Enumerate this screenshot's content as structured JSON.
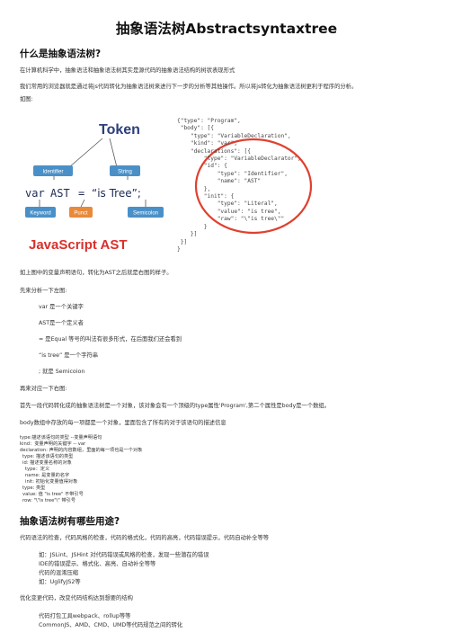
{
  "title": "抽象语法树Abstractsyntaxtree",
  "section1": {
    "heading": "什么是抽象语法树?",
    "p1": "在计算机科学中，抽象语法和抽象语法树其实是源代码的抽象语法结构的树状表现形式",
    "p2": "我们常用的浏览器就是通过将js代码转化为抽象语法树来进行下一步的分析等其他操作。所以将js转化为抽象语法树更利于程序的分析。",
    "p3": "如图:"
  },
  "figure": {
    "token_label": "Token",
    "identifier_tag": "Identifier",
    "string_tag": "String",
    "keyword_tag": "Keyword",
    "punct_tag": "Punct",
    "semicolon_tag": "Semicolon",
    "code_var": "var",
    "code_ast": "AST",
    "code_eq": "=",
    "code_str": "“is Tree”;",
    "js_ast_label": "JavaScript AST",
    "json_lines": [
      "{\"type\": \"Program\",",
      " \"body\": [{",
      "    \"type\": \"VariableDeclaration\",",
      "    \"kind\": \"var\",",
      "    \"declarations\": [{",
      "        \"type\": \"VariableDeclarator\",",
      "        \"id\": {",
      "            \"type\": \"Identifier\",",
      "            \"name\": \"AST\"",
      "        },",
      "        \"init\": {",
      "            \"type\": \"Literal\",",
      "            \"value\": \"is tree\",",
      "            \"raw\": \"\\\"is tree\\\"\"",
      "        }",
      "    }]",
      " }]",
      "}"
    ]
  },
  "section1b": {
    "p4": "如上图中的变量声明语句，转化为AST之后就是右图的样子。",
    "p5": "先来分析一下左图:",
    "items": [
      "var 是一个关键字",
      "AST是一个定义者",
      "= 是Equal 等号的叫法有很多形式，在后面我们还会看到",
      "“is tree” 是一个字符串",
      "; 就是 Semicoion"
    ],
    "p6": "再来对应一下右图:",
    "p7": "首先一段代码转化成的抽象语法树是一个对象，该对象会有一个顶级的type属性'Program',第二个属性是body是一个数组。",
    "p8": "body数组中存放的每一项都是一个对象，里面包含了所有的对于该语句的描述信息",
    "desc_lines": [
      "type:描述该语句的类型 --变量声明语句",
      "kind：变量声明的关键字 -- var",
      "declaration: 声明的内容数组，里面的每一项也是一个对象",
      "  type: 描述该语句的类型",
      "  id: 描述变量名称的对象",
      "    type：定义",
      "    name: 是变量的名字",
      "    init: 初始化变量值得对象",
      "  type: 类型",
      "  value: 值 \"is tree\" 不带引号",
      "  row: \"\\\"is tree\"\\\" 带引号"
    ]
  },
  "section2": {
    "heading": "抽象语法树有哪些用途?",
    "p1": "代码语法的检查，代码风格的检查，代码的格式化，代码的高亮，代码错误提示，代码自动补全等等",
    "group1": [
      "如：JSLint、JSHint 对代码错误或风格的检查，发现一些潜在的错误",
      "IDE的错误提示、格式化、高亮、自动补全等等",
      "代码的混淆压缩",
      "如：UglifyJS2等"
    ],
    "p2": "优化变更代码，改变代码结构达到想要的结构",
    "group2": [
      "代码打包工具webpack、rollup等等",
      "CommonJS、AMD、CMD、UMD等代码规范之间的转化"
    ]
  }
}
